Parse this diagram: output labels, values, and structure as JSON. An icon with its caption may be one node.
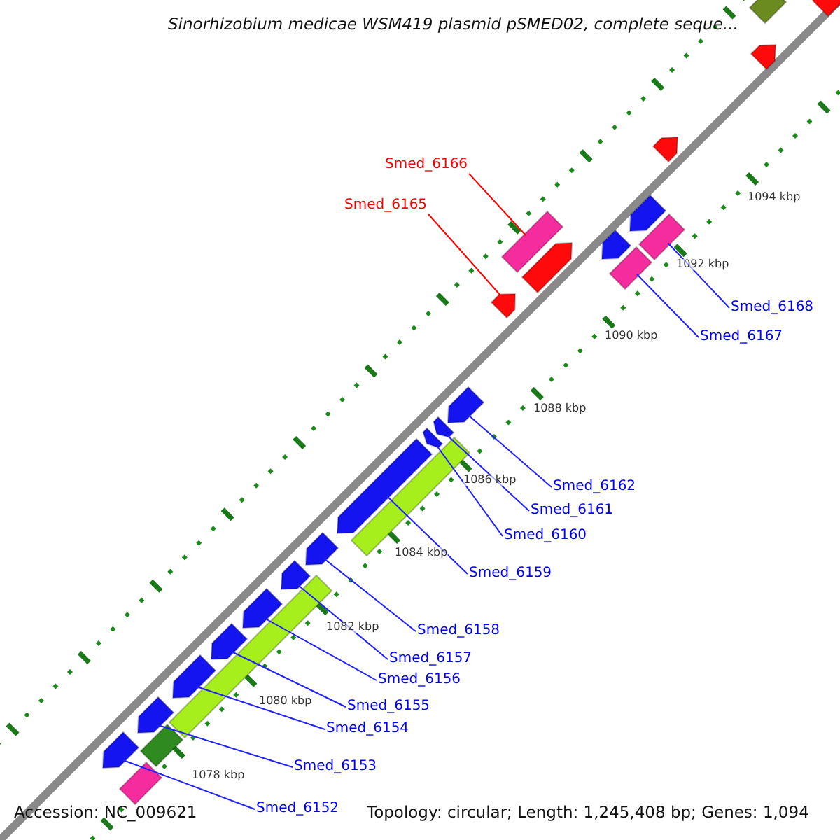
{
  "diagram": {
    "title": "Sinorhizobium medicae WSM419 plasmid pSMED02, complete seque...",
    "nodes": [
      {
        "text": [
          "Smed_6166"
        ]
      },
      {
        "text": [
          "Smed_6165"
        ]
      },
      {
        "text": [
          "Smed_6168"
        ]
      },
      {
        "text": [
          "Smed_6167"
        ]
      },
      {
        "text": [
          "Smed_6162"
        ]
      },
      {
        "text": [
          "Smed_6161"
        ]
      },
      {
        "text": [
          "Smed_6160"
        ]
      },
      {
        "text": [
          "Smed_6159"
        ]
      },
      {
        "text": [
          "Smed_6158"
        ]
      },
      {
        "text": [
          "Smed_6157"
        ]
      },
      {
        "text": [
          "Smed_6156"
        ]
      },
      {
        "text": [
          "Smed_6155"
        ]
      },
      {
        "text": [
          "Smed_6154"
        ]
      },
      {
        "text": [
          "Smed_6153"
        ]
      },
      {
        "text": [
          "Smed_6152"
        ]
      },
      {
        "text": [],
        "shape": "bar"
      },
      {
        "text": [],
        "shape": "arrow"
      },
      {
        "text": [],
        "shape": "arrow"
      },
      {
        "text": [],
        "shape": "arrow"
      },
      {
        "text": [],
        "shape": "arrow"
      },
      {
        "text": [],
        "shape": "bar"
      },
      {
        "text": [],
        "shape": "arrow"
      },
      {
        "text": [],
        "shape": "bar"
      },
      {
        "text": [],
        "shape": "arrow"
      },
      {
        "text": [],
        "shape": "bar"
      },
      {
        "text": [],
        "shape": "arrow"
      },
      {
        "text": [],
        "shape": "arrow"
      },
      {
        "text": [],
        "shape": "arrow"
      },
      {
        "text": [],
        "shape": "arrow"
      },
      {
        "text": [],
        "shape": "arrow"
      },
      {
        "text": [],
        "shape": "arrow"
      },
      {
        "text": [],
        "shape": "arrow"
      },
      {
        "text": [],
        "shape": "arrow"
      },
      {
        "text": [],
        "shape": "arrow"
      },
      {
        "text": [],
        "shape": "arrow"
      },
      {
        "text": [],
        "shape": "arrow"
      },
      {
        "text": [],
        "shape": "arrow"
      },
      {
        "text": [],
        "shape": "bar"
      },
      {
        "text": [],
        "shape": "bar"
      },
      {
        "text": [],
        "shape": "bar"
      },
      {
        "text": [],
        "shape": "bar"
      }
    ],
    "edges": [
      {
        "from": 0,
        "to": 22,
        "arrow": "none",
        "color": "#ff0000"
      },
      {
        "from": 1,
        "to": 25,
        "arrow": "none",
        "color": "#ff0000"
      },
      {
        "from": 2,
        "to": 20,
        "arrow": "none"
      },
      {
        "from": 3,
        "to": 24,
        "arrow": "none"
      },
      {
        "from": 4,
        "to": 26,
        "arrow": "none"
      },
      {
        "from": 5,
        "to": 27,
        "arrow": "none"
      },
      {
        "from": 6,
        "to": 28,
        "arrow": "none"
      },
      {
        "from": 7,
        "to": 29,
        "arrow": "none"
      },
      {
        "from": 8,
        "to": 30,
        "arrow": "none"
      },
      {
        "from": 9,
        "to": 31,
        "arrow": "none"
      },
      {
        "from": 10,
        "to": 32,
        "arrow": "none"
      },
      {
        "from": 11,
        "to": 33,
        "arrow": "none"
      },
      {
        "from": 12,
        "to": 34,
        "arrow": "none"
      },
      {
        "from": 13,
        "to": 35,
        "arrow": "none"
      },
      {
        "from": 14,
        "to": 36,
        "arrow": "none"
      }
    ],
    "labels": [
      "1094 kbp",
      "1092 kbp",
      "1090 kbp",
      "1088 kbp",
      "1086 kbp",
      "1084 kbp",
      "1082 kbp",
      "1080 kbp",
      "1078 kbp",
      "Accession: NC_009621",
      "Topology: circular; Length: 1,245,408 bp; Genes: 1,094"
    ]
  }
}
